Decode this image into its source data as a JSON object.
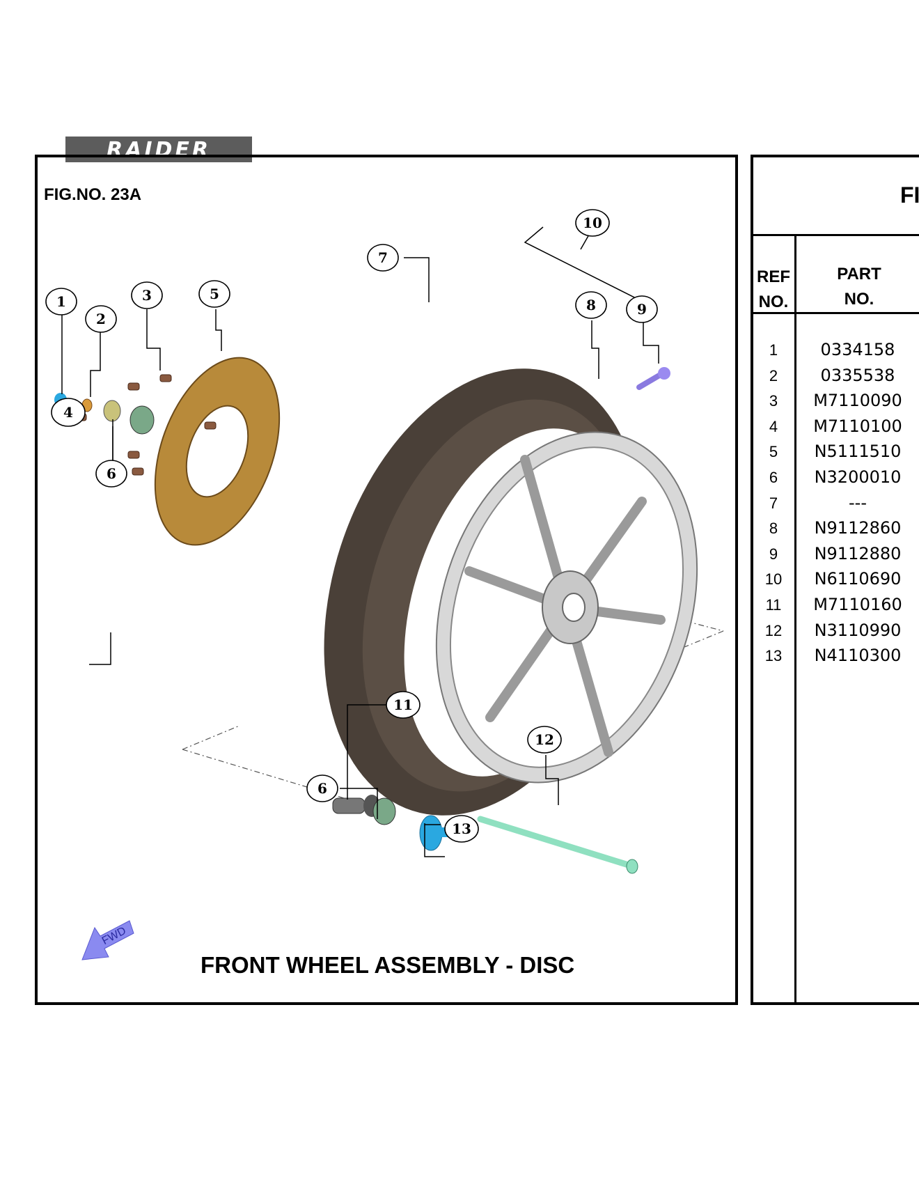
{
  "brand": {
    "logo_text": "RAIDER"
  },
  "figure": {
    "number_label": "FIG.NO. 23A",
    "title": "FRONT WHEEL ASSEMBLY - DISC",
    "fwd_label": "FWD",
    "callouts": [
      "1",
      "2",
      "3",
      "4",
      "5",
      "6",
      "7",
      "8",
      "9",
      "10",
      "11",
      "6",
      "12",
      "13"
    ]
  },
  "table": {
    "title_fragment": "FI",
    "headers": {
      "ref_line1": "REF",
      "ref_line2": "NO.",
      "part_line1": "PART",
      "part_line2": "NO."
    },
    "rows": [
      {
        "ref": "1",
        "part": "0334158"
      },
      {
        "ref": "2",
        "part": "0335538"
      },
      {
        "ref": "3",
        "part": "M7110090"
      },
      {
        "ref": "4",
        "part": "M7110100"
      },
      {
        "ref": "5",
        "part": "N5111510"
      },
      {
        "ref": "6",
        "part": "N3200010"
      },
      {
        "ref": "7",
        "part": "---"
      },
      {
        "ref": "8",
        "part": "N9112860"
      },
      {
        "ref": "9",
        "part": "N9112880"
      },
      {
        "ref": "10",
        "part": "N6110690"
      },
      {
        "ref": "11",
        "part": "M7110160"
      },
      {
        "ref": "12",
        "part": "N3110990"
      },
      {
        "ref": "13",
        "part": "N4110300"
      }
    ]
  },
  "colors": {
    "tire": "#4a4038",
    "disc": "#b88a3a",
    "axle": "#8fe0c0",
    "spacer": "#2aa8e0",
    "fwd_arrow": "#8a8af0"
  }
}
